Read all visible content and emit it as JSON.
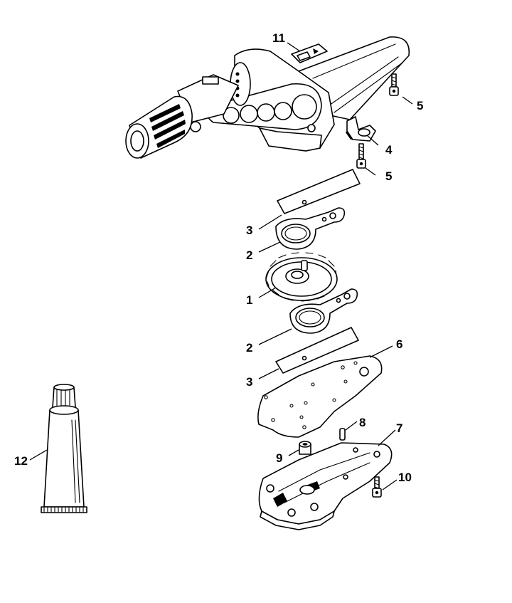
{
  "callouts": {
    "c1": "1",
    "c2a": "2",
    "c2b": "2",
    "c3a": "3",
    "c3b": "3",
    "c4": "4",
    "c5a": "5",
    "c5b": "5",
    "c6": "6",
    "c7": "7",
    "c8": "8",
    "c9": "9",
    "c10": "10",
    "c11": "11",
    "c12": "12"
  },
  "colors": {
    "ink": "#000000",
    "paper": "#ffffff"
  }
}
